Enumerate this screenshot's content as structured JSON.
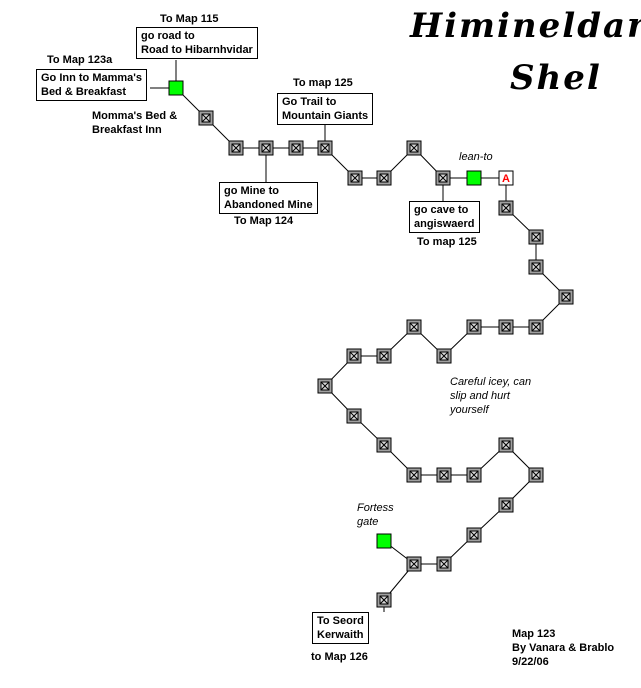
{
  "title": {
    "line1": "Himineldar",
    "line2": "Shel"
  },
  "labels": {
    "to_map_115": "To Map 115",
    "to_map_123a": "To Map 123a",
    "to_map_125_top": "To map 125",
    "to_map_124": "To Map 124",
    "to_map_125_right": "To map 125",
    "to_map_126": "to Map 126",
    "inn_name": "Momma's Bed &\nBreakfast Inn"
  },
  "boxes": {
    "road": "go road to\nRoad to Hibarnhvidar",
    "inn": "Go Inn to Mamma's\nBed & Breakfast",
    "trail": "Go Trail to\nMountain Giants",
    "mine": "go Mine to\nAbandoned Mine",
    "cave": "go cave to\nangiswaerd",
    "seord": "To Seord\nKerwaith"
  },
  "notes": {
    "lean_to": "lean-to",
    "careful": "Careful icey, can\nslip and hurt\nyourself",
    "fortess": "Fortess\ngate"
  },
  "credits": {
    "line1": "Map 123",
    "line2": "By Vanara & Brablo",
    "line3": "9/22/06"
  },
  "room_marker": "A",
  "colors": {
    "room": "#a0a0a0",
    "special": "#00ff00",
    "path": "#000000",
    "marker": "#ff0000"
  }
}
